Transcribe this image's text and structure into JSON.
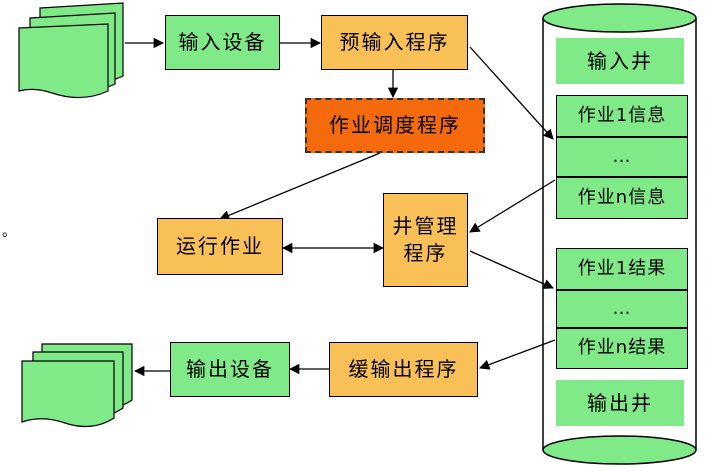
{
  "nodes": {
    "input_device": "输入设备",
    "pre_input": "预输入程序",
    "job_scheduler": "作业调度程序",
    "run_job": "运行作业",
    "well_manager_line1": "井管理",
    "well_manager_line2": "程序",
    "output_device": "输出设备",
    "buffered_output": "缓输出程序"
  },
  "well": {
    "input_well_label": "输入井",
    "input_rows": [
      "作业1信息",
      "…",
      "作业n信息"
    ],
    "output_rows": [
      "作业1结果",
      "…",
      "作业n结果"
    ],
    "output_well_label": "输出井"
  },
  "margin_mark": "。",
  "colors": {
    "green": "#7fea87",
    "orange": "#f9c057",
    "deep_orange": "#f46a0d",
    "cylinder_green": "#7fea87"
  },
  "icons": [
    "document-stack-icon-input",
    "document-stack-icon-output"
  ]
}
